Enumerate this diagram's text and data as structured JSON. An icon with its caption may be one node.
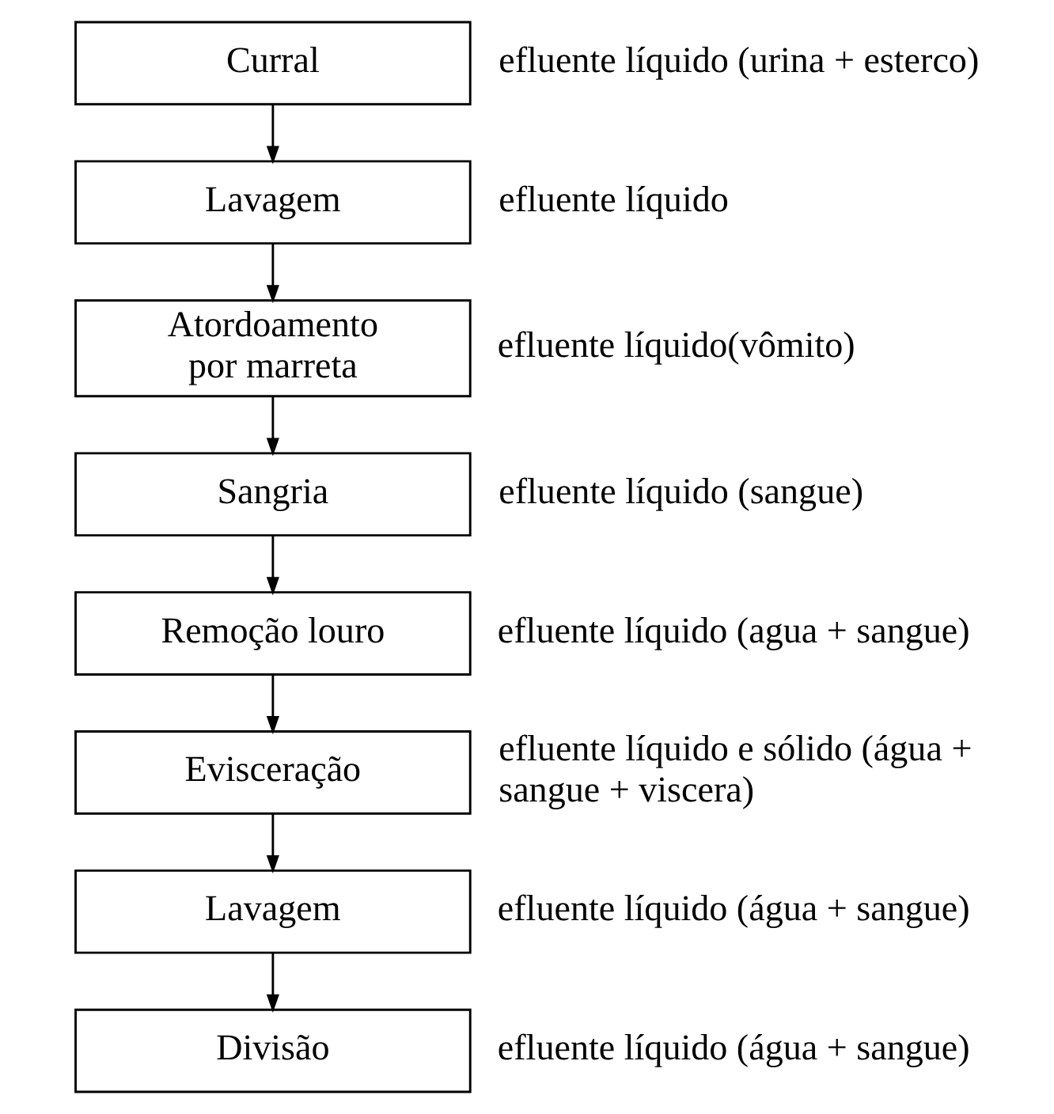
{
  "diagram": {
    "nodes": [
      {
        "text": [
          "Curral"
        ],
        "beside": [
          "efluente líquido (urina + esterco)"
        ]
      },
      {
        "text": [
          "Lavagem"
        ],
        "beside": [
          "efluente líquido"
        ]
      },
      {
        "text": [
          "Atordoamento por marreta"
        ],
        "beside": [
          "efluente líquido(vômito)"
        ]
      },
      {
        "text": [
          "Sangria"
        ],
        "beside": [
          "efluente líquido (sangue)"
        ]
      },
      {
        "text": [
          "Remoção louro"
        ],
        "beside": [
          "efluente líquido (agua + sangue)"
        ]
      },
      {
        "text": [
          "Evisceração"
        ],
        "beside": [
          "efluente líquido e sólido (água + sangue + viscera)"
        ]
      },
      {
        "text": [
          "Lavagem"
        ],
        "beside": [
          "efluente líquido (água + sangue)"
        ]
      },
      {
        "text": [
          "Divisão"
        ],
        "beside": [
          "efluente líquido (água + sangue)"
        ]
      }
    ],
    "edges": [
      {
        "from": 0,
        "to": 1,
        "arrow": "to"
      },
      {
        "from": 1,
        "to": 2,
        "arrow": "to"
      },
      {
        "from": 2,
        "to": 3,
        "arrow": "to"
      },
      {
        "from": 3,
        "to": 4,
        "arrow": "to"
      },
      {
        "from": 4,
        "to": 5,
        "arrow": "to"
      },
      {
        "from": 5,
        "to": 6,
        "arrow": "to"
      },
      {
        "from": 6,
        "to": 7,
        "arrow": "to"
      }
    ]
  }
}
